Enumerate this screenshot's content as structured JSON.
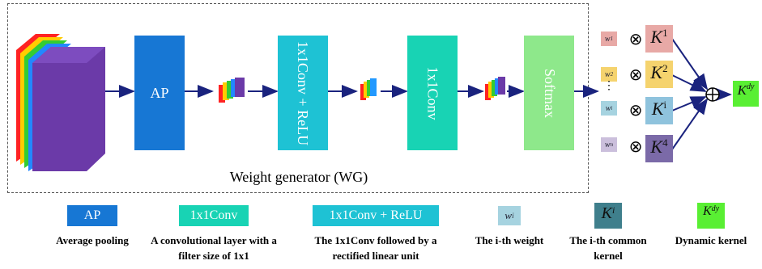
{
  "diagram": {
    "wg_label": "Weight generator (WG)",
    "blocks": {
      "ap": "AP",
      "conv_relu": "1x1Conv + ReLU",
      "conv": "1x1Conv",
      "softmax": "Softmax"
    },
    "weights": [
      {
        "base": "w",
        "sub": "1"
      },
      {
        "base": "w",
        "sub": "2"
      },
      {
        "base": "w",
        "sub": "i"
      },
      {
        "base": "w",
        "sub": "n"
      }
    ],
    "weight_colors": [
      "#e8a9a6",
      "#f5d36e",
      "#a6d3e0",
      "#cbbfdc"
    ],
    "kernels": [
      {
        "base": "K",
        "sub": "1"
      },
      {
        "base": "K",
        "sub": "2"
      },
      {
        "base": "K",
        "sub": "i"
      },
      {
        "base": "K",
        "sub": "4"
      }
    ],
    "kernel_colors": [
      "#e8a9a6",
      "#f5d36e",
      "#8fc3dd",
      "#7b6aa8"
    ],
    "dots": "⋮",
    "output": {
      "base": "K",
      "sub": "dy"
    },
    "colors": {
      "ap": "#1777d4",
      "conv_relu": "#1ec2d4",
      "conv": "#18d3b4",
      "softmax": "#8ee88b",
      "output": "#59ef33",
      "arrow": "#1a237e"
    }
  },
  "legend": [
    {
      "box": "AP",
      "text": "Average pooling"
    },
    {
      "box": "1x1Conv",
      "text": "A convolutional layer with a filter size of 1x1"
    },
    {
      "box": "1x1Conv + ReLU",
      "text": "The 1x1Conv followed by a rectified linear unit"
    },
    {
      "box_base": "w",
      "box_sub": "i",
      "text": "The i-th weight"
    },
    {
      "box_base": "K",
      "box_sub": "i",
      "text": "The i-th common kernel"
    },
    {
      "box_base": "K",
      "box_sub": "dy",
      "text": "Dynamic kernel"
    }
  ]
}
